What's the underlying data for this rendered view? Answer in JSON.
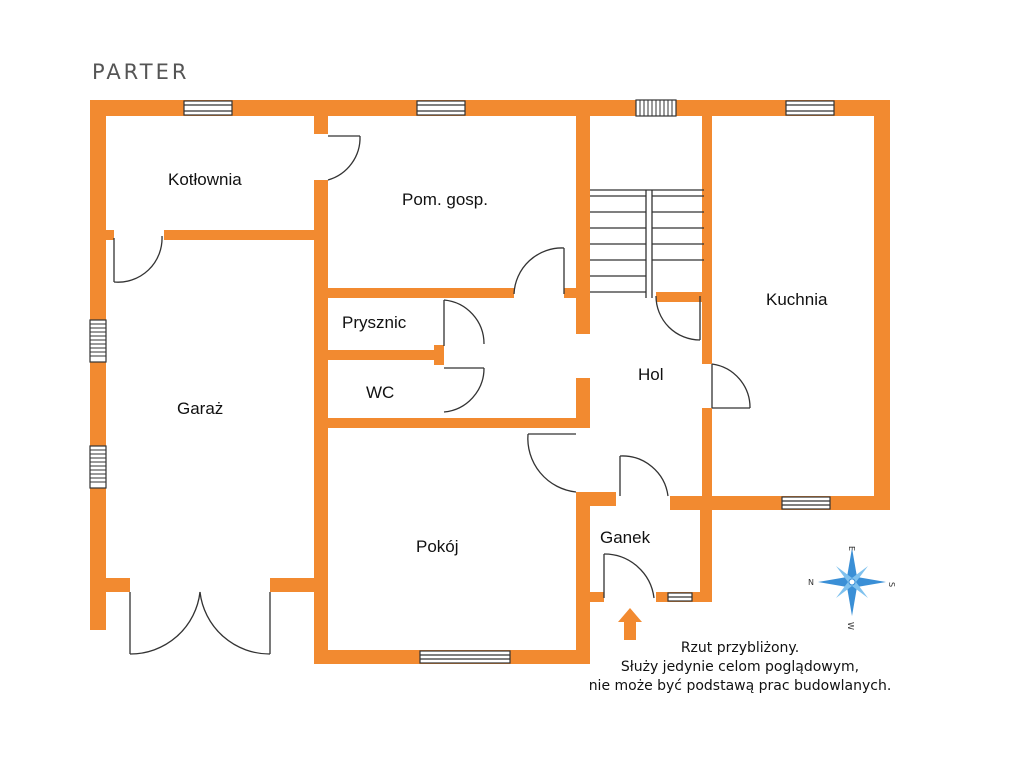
{
  "floor_title": "PARTER",
  "rooms": {
    "kotlownia": "Kotłownia",
    "pom_gosp": "Pom. gosp.",
    "prysznic": "Prysznic",
    "wc": "WC",
    "garaz": "Garaż",
    "pokoj": "Pokój",
    "hol": "Hol",
    "kuchnia": "Kuchnia",
    "ganek": "Ganek"
  },
  "note": {
    "line1": "Rzut przybliżony.",
    "line2": "Służy jedynie celom poglądowym,",
    "line3": "nie może być podstawą prac budowlanych."
  },
  "compass": {
    "e": "E",
    "n": "N",
    "s": "S",
    "w": "W"
  },
  "colors": {
    "wall": "#F28A30",
    "line": "#333333",
    "compass": "#3A8FD6"
  }
}
